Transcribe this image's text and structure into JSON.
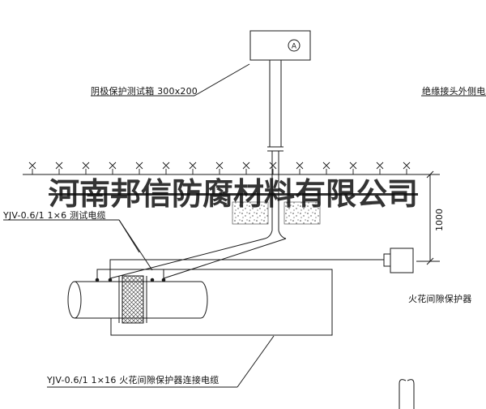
{
  "watermark": {
    "text": "河南邦信防腐材料有限公司"
  },
  "test_box": {
    "label": "阴极保护测试箱 300x200",
    "meter_letter": "A"
  },
  "labels": {
    "insulated_joint_cable": "绝缘接头外侧电缆",
    "test_cable": "YJV-0.6/1  1×6  测试电缆",
    "spark_gap_protector": "火花间隙保护器",
    "connection_cable": "YJV-0.6/1  1×16  火花间隙保护器连接电缆"
  },
  "dimensions": {
    "burial_depth": "1000"
  },
  "colors": {
    "line": "#1a1a1a",
    "background": "#ffffff",
    "watermark": "#101010"
  }
}
